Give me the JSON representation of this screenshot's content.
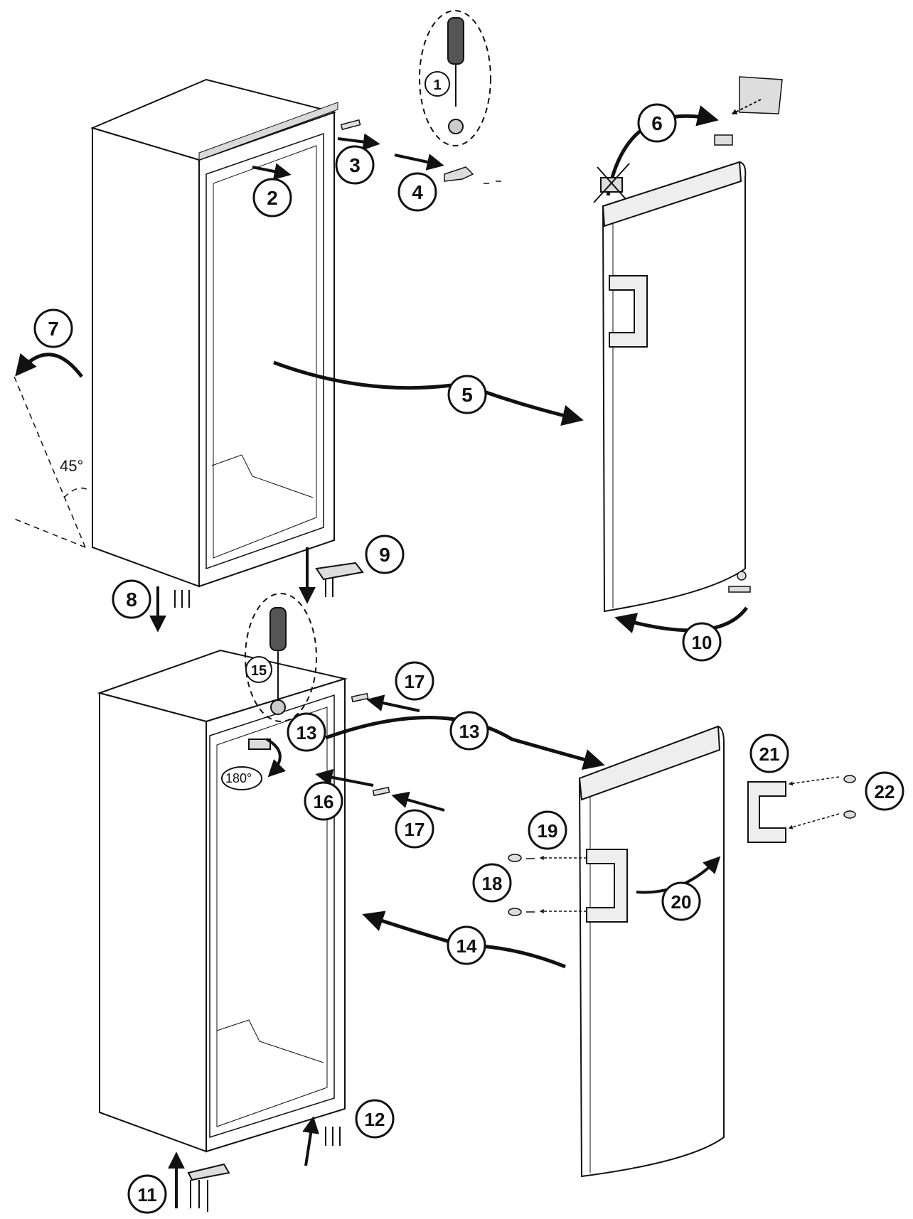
{
  "steps": {
    "s1": "1",
    "s2": "2",
    "s3": "3",
    "s4": "4",
    "s5": "5",
    "s6": "6",
    "s7": "7",
    "s8": "8",
    "s9": "9",
    "s10": "10",
    "s11": "11",
    "s12": "12",
    "s13a": "13",
    "s13b": "13",
    "s14": "14",
    "s15": "15",
    "s16": "16",
    "s17a": "17",
    "s17b": "17",
    "s18": "18",
    "s19": "19",
    "s20": "20",
    "s21": "21",
    "s22": "22"
  },
  "labels": {
    "tilt_angle": "45°",
    "rotate_angle": "180°"
  },
  "colors": {
    "line": "#111111",
    "fill": "#ffffff",
    "shade": "#d9d9d9"
  }
}
